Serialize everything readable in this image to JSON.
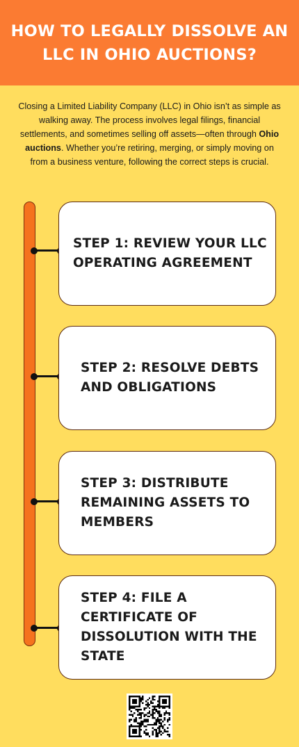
{
  "header": {
    "title": "HOW TO LEGALLY DISSOLVE AN LLC IN OHIO AUCTIONS?"
  },
  "intro": {
    "before_bold": "Closing a Limited Liability Company (LLC) in Ohio isn’t as simple as walking away. The process involves legal filings, financial settlements, and sometimes selling off assets—often through ",
    "bold": "Ohio auctions",
    "after_bold": ". Whether you’re retiring, merging, or simply moving on from a business venture, following the correct steps is crucial."
  },
  "steps": [
    {
      "label": "STEP 1: REVIEW YOUR LLC OPERATING AGREEMENT"
    },
    {
      "label": "STEP 2: RESOLVE DEBTS AND OBLIGATIONS"
    },
    {
      "label": "STEP 3: DISTRIBUTE REMAINING ASSETS TO MEMBERS"
    },
    {
      "label": "STEP 4: FILE A CERTIFICATE OF DISSOLUTION WITH THE STATE"
    }
  ],
  "colors": {
    "background": "#FFDD5E",
    "header": "#FB7B32",
    "rail": "#F5731E",
    "card": "#FFFFFF"
  },
  "icons": {
    "qr": "qr-code-icon"
  }
}
